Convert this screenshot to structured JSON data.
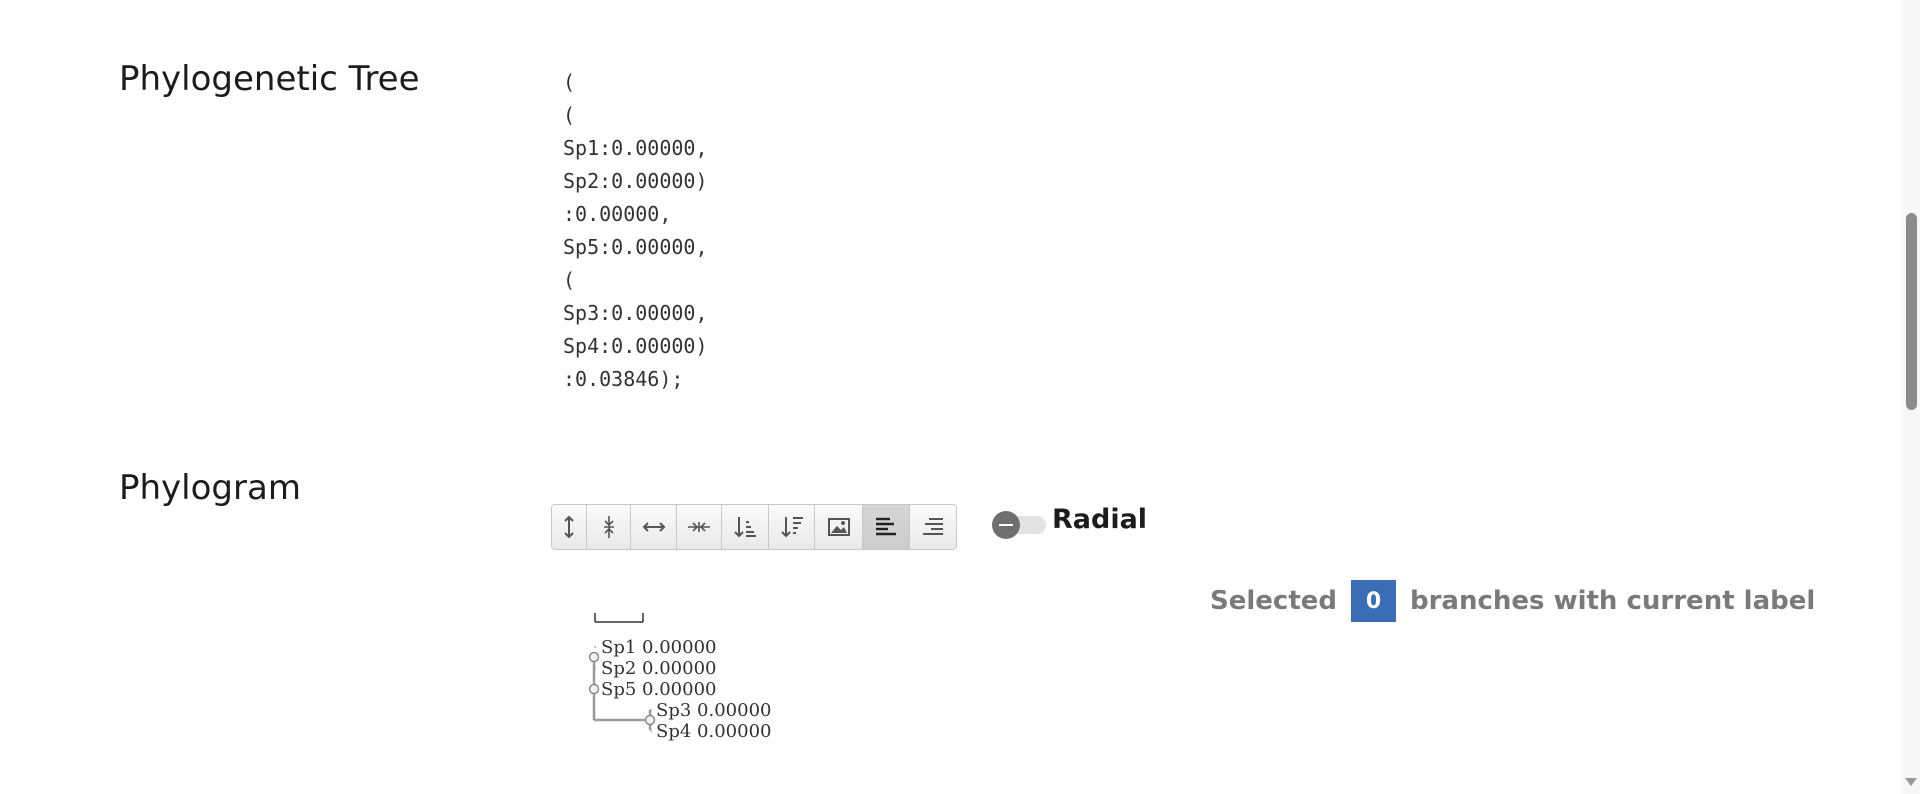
{
  "sections": {
    "tree_title": "Phylogenetic Tree",
    "phylogram_title": "Phylogram"
  },
  "newick_lines": [
    "(",
    "(",
    "Sp1:0.00000,",
    "Sp2:0.00000)",
    ":0.00000,",
    "Sp5:0.00000,",
    "(",
    "Sp3:0.00000,",
    "Sp4:0.00000)",
    ":0.03846);"
  ],
  "toolbar": {
    "buttons": [
      {
        "name": "expand-vertical-button",
        "icon": "expand-vertical-icon"
      },
      {
        "name": "compress-vertical-button",
        "icon": "compress-vertical-icon"
      },
      {
        "name": "expand-horizontal-button",
        "icon": "expand-horizontal-icon"
      },
      {
        "name": "compress-horizontal-button",
        "icon": "compress-horizontal-icon"
      },
      {
        "name": "sort-ascending-button",
        "icon": "sort-ascending-icon"
      },
      {
        "name": "sort-descending-button",
        "icon": "sort-descending-icon"
      },
      {
        "name": "save-image-button",
        "icon": "image-icon"
      },
      {
        "name": "align-left-button",
        "icon": "align-left-icon",
        "active": true
      },
      {
        "name": "align-right-button",
        "icon": "align-right-icon"
      }
    ]
  },
  "radial": {
    "label": "Radial",
    "enabled": false
  },
  "selection": {
    "prefix": "Selected",
    "count": "0",
    "suffix": "branches with current label"
  },
  "tree": {
    "leaves": [
      {
        "name": "Sp1",
        "length": "0.00000"
      },
      {
        "name": "Sp2",
        "length": "0.00000"
      },
      {
        "name": "Sp5",
        "length": "0.00000"
      },
      {
        "name": "Sp3",
        "length": "0.00000"
      },
      {
        "name": "Sp4",
        "length": "0.00000"
      }
    ]
  },
  "colors": {
    "badge": "#3a6db5",
    "branch": "#9a9a9a",
    "toolbar_active": "#cccccc"
  }
}
